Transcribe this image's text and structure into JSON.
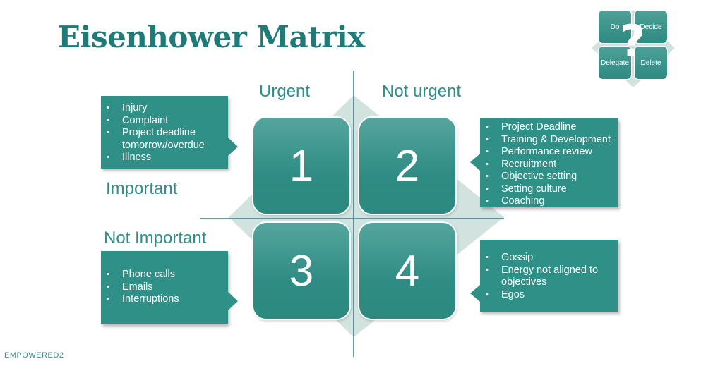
{
  "title": "Eisenhower Matrix",
  "footer": "EMPOWERED2",
  "axes": {
    "urgent": "Urgent",
    "not_urgent": "Not urgent",
    "important": "Important",
    "not_important": "Not Important"
  },
  "quadrants": [
    "1",
    "2",
    "3",
    "4"
  ],
  "mini_matrix": {
    "do": "Do",
    "decide": "Decide",
    "delegate": "Delegate",
    "delete": "Delete",
    "question_mark": "?"
  },
  "callouts": {
    "q1": [
      "Injury",
      "Complaint",
      "Project deadline tomorrow/overdue",
      "Illness"
    ],
    "q2": [
      "Project Deadline",
      "Training & Development",
      "Performance review",
      "Recruitment",
      "Objective setting",
      "Setting culture",
      "Coaching"
    ],
    "q3": [
      "Phone calls",
      "Emails",
      "Interruptions"
    ],
    "q4": [
      "Gossip",
      "Energy not aligned to objectives",
      "Egos"
    ]
  },
  "colors": {
    "accent": "#2f9087",
    "title": "#1f7b78",
    "diamond": "#d2e3df"
  }
}
